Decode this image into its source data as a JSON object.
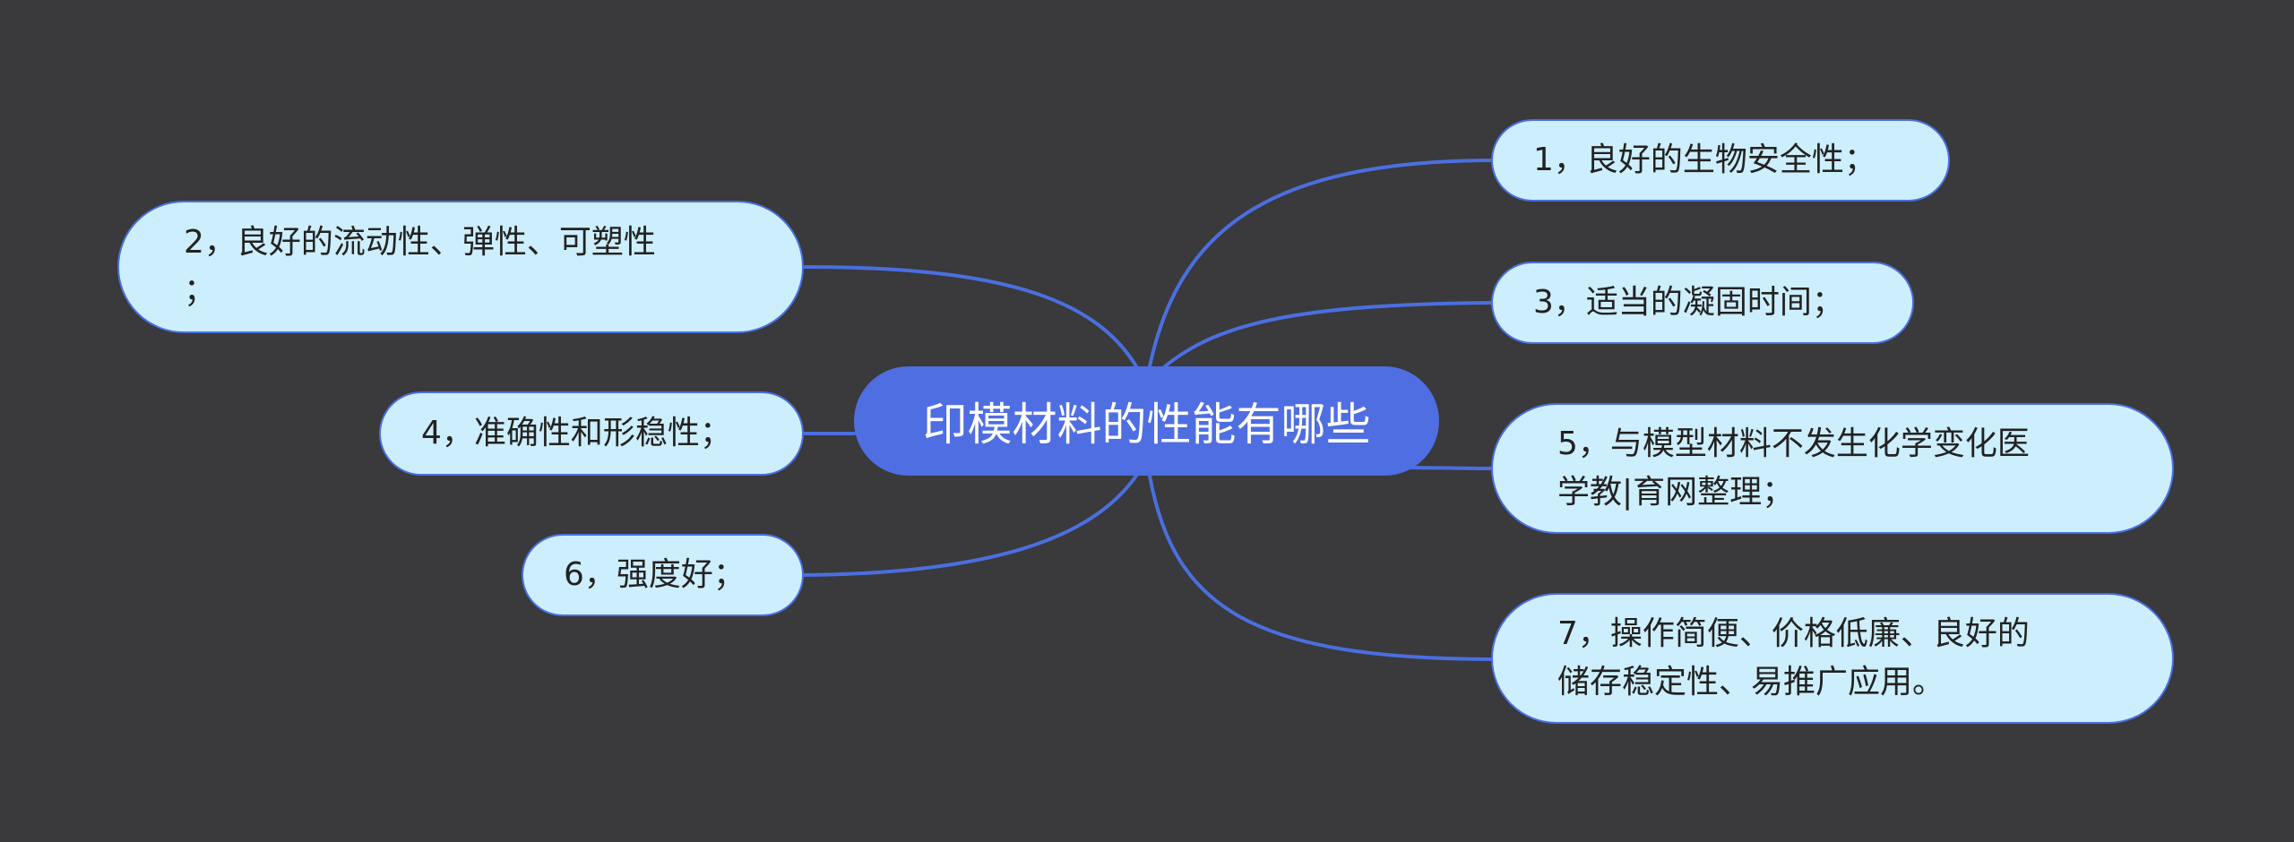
{
  "center": {
    "label": "印模材料的性能有哪些"
  },
  "nodes": [
    {
      "id": "1",
      "label": "1，良好的生物安全性；"
    },
    {
      "id": "2",
      "label": "2，良好的流动性、弹性、可塑性\n；"
    },
    {
      "id": "3",
      "label": "3，适当的凝固时间；"
    },
    {
      "id": "4",
      "label": "4，准确性和形稳性；"
    },
    {
      "id": "5",
      "label": "5，与模型材料不发生化学变化医\n学教|育网整理；"
    },
    {
      "id": "6",
      "label": "6，强度好；"
    },
    {
      "id": "7",
      "label": "7，操作简便、价格低廉、良好的\n储存稳定性、易推广应用。"
    }
  ],
  "colors": {
    "background": "#3a393b",
    "center_fill": "#4f6ee2",
    "center_text": "#ffffff",
    "node_fill": "#cdeefc",
    "node_border": "#4a6fe0",
    "node_text": "#222222",
    "connector": "#4a6fe0"
  }
}
